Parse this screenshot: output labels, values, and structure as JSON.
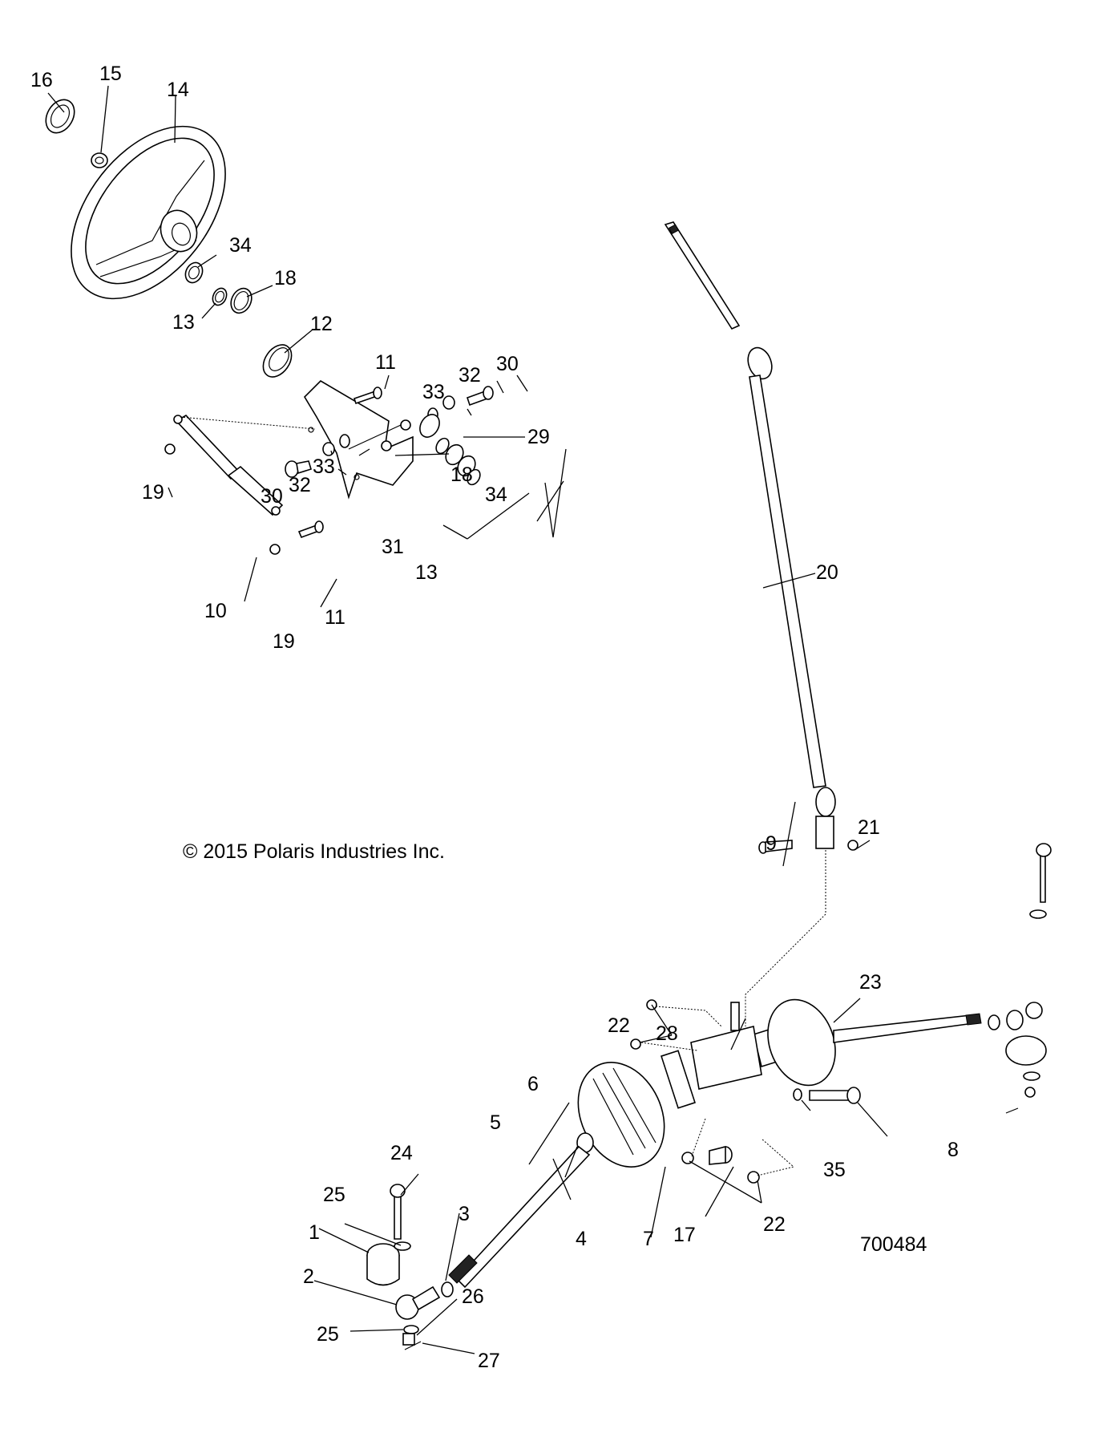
{
  "diagram": {
    "title": "Steering Assembly Exploded View",
    "copyright": "© 2015 Polaris Industries Inc.",
    "drawing_number": "700484"
  },
  "callouts": {
    "c1": "1",
    "c2": "2",
    "c3": "3",
    "c4": "4",
    "c5": "5",
    "c6": "6",
    "c7": "7",
    "c8": "8",
    "c9": "9",
    "c10": "10",
    "c11a": "11",
    "c11b": "11",
    "c12": "12",
    "c13a": "13",
    "c13b": "13",
    "c14": "14",
    "c15": "15",
    "c16": "16",
    "c17": "17",
    "c18a": "18",
    "c18b": "18",
    "c19a": "19",
    "c19b": "19",
    "c20": "20",
    "c21": "21",
    "c22a": "22",
    "c22b": "22",
    "c23": "23",
    "c24": "24",
    "c25a": "25",
    "c25b": "25",
    "c26": "26",
    "c27": "27",
    "c28": "28",
    "c29": "29",
    "c30a": "30",
    "c30b": "30",
    "c31": "31",
    "c32a": "32",
    "c32b": "32",
    "c33a": "33",
    "c33b": "33",
    "c34a": "34",
    "c34b": "34",
    "c35": "35"
  }
}
